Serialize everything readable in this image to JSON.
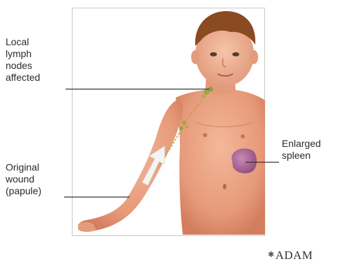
{
  "labels": {
    "lymph_nodes": "Local\nlymph\nnodes\naffected",
    "spleen": "Enlarged\nspleen",
    "wound": "Original\nwound\n(papule)"
  },
  "logo": {
    "text": "ADAM",
    "icon": "star-icon"
  },
  "colors": {
    "skin": "#e8a07f",
    "skin_shadow": "#d27d5e",
    "hair": "#8a4a22",
    "spleen": "#a05a8c",
    "lymph": "#9aa64a",
    "leader_line": "#333333",
    "arrow": "#f2f2f2"
  }
}
